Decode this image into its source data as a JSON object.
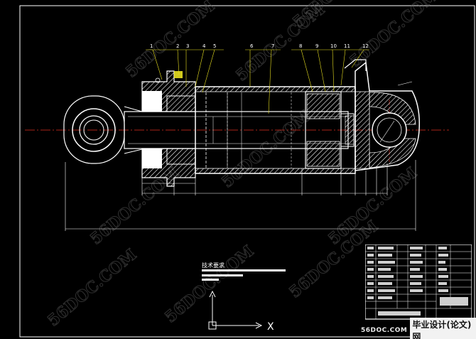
{
  "callouts": [
    "1",
    "2",
    "3",
    "4",
    "5",
    "6",
    "7",
    "8",
    "9",
    "10",
    "11",
    "12"
  ],
  "notes": {
    "title": "技术要求"
  },
  "axes": {
    "x_label": "X"
  },
  "brand": {
    "logo": "56DOC.COM",
    "name": "毕业设计(论文)网"
  },
  "watermark": {
    "text": "56DOC.COM"
  },
  "colors": {
    "background": "#000000",
    "line": "#ffffff",
    "centerline": "#e03020",
    "callout_line": "#e8e020",
    "hatch": "#ffffff"
  }
}
